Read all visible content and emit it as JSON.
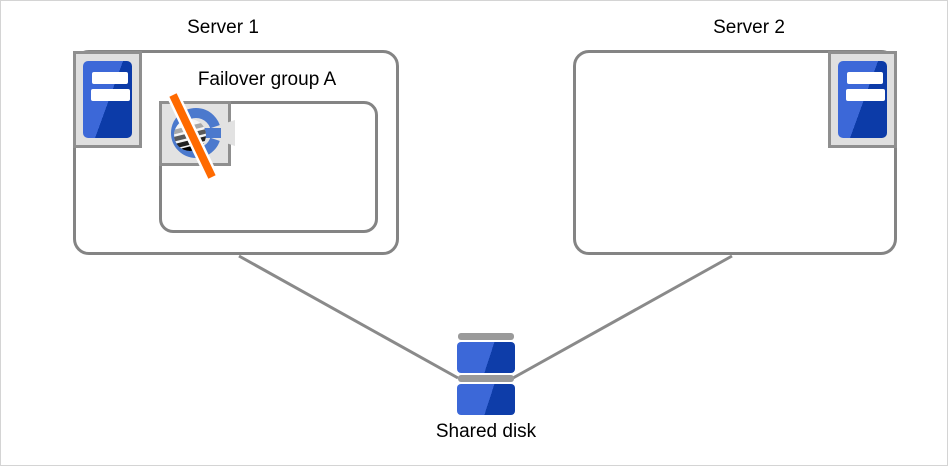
{
  "nodes": {
    "server1": {
      "label": "Server 1"
    },
    "server2": {
      "label": "Server 2"
    },
    "failover_group": {
      "label": "Failover group A"
    },
    "shared_disk": {
      "label": "Shared disk"
    }
  },
  "icons": {
    "server_icon": "tower-server",
    "failover_group_icon": "group-globe-with-stop-slash",
    "shared_disk_icon": "stacked-disk"
  },
  "colors": {
    "box_border": "#848484",
    "icon_tile_border": "#8f8f8f",
    "icon_tile_bg": "#e2e2e2",
    "server_blue_light": "#3c68d8",
    "server_blue_dark": "#0c3ba8",
    "disk_bar_gray": "#9a9a9a",
    "connector_gray": "#8a8a8a",
    "slash_orange": "#ff6a00",
    "group_ring_blue": "#4b79cd",
    "canvas_border": "#d4d4d4"
  }
}
